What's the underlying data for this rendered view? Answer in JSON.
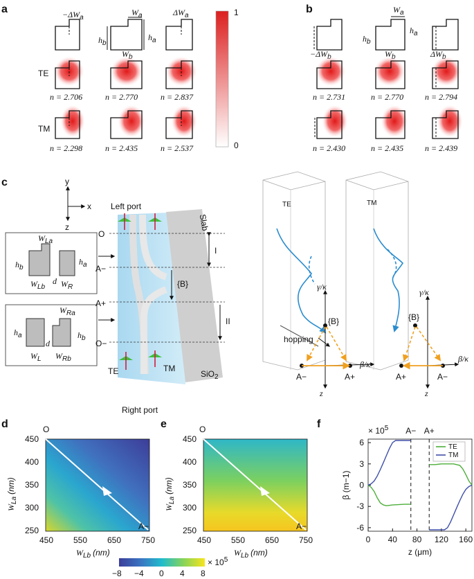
{
  "panel_labels": {
    "a": "a",
    "b": "b",
    "c": "c",
    "d": "d",
    "e": "e",
    "f": "f"
  },
  "panel_a": {
    "row_labels": [
      "TE",
      "TM"
    ],
    "dims": {
      "minus_dWa": "−ΔW",
      "Wa": "W",
      "dWa": "ΔW",
      "hb": "h",
      "ha": "h",
      "Wb": "W",
      "sub_a": "a",
      "sub_b": "b"
    },
    "te_n": [
      "n = 2.706",
      "n = 2.770",
      "n = 2.837"
    ],
    "tm_n": [
      "n = 2.298",
      "n = 2.435",
      "n = 2.537"
    ]
  },
  "colorbar_a": {
    "max": "1",
    "min": "0",
    "color_high": "#e02020",
    "color_low": "#ffffff"
  },
  "panel_b": {
    "dims": {
      "Wa": "W",
      "ha": "h",
      "hb": "h",
      "minus_dWb": "−ΔW",
      "Wb": "W",
      "dWb": "ΔW",
      "sub_a": "a",
      "sub_b": "b"
    },
    "te_n": [
      "n = 2.731",
      "n = 2.770",
      "n = 2.794"
    ],
    "tm_n": [
      "n = 2.430",
      "n = 2.435",
      "n = 2.439"
    ]
  },
  "panel_c": {
    "axes": {
      "y": "y",
      "x": "x",
      "z": "z"
    },
    "left_port": "Left port",
    "right_port": "Right port",
    "slab": "Slab",
    "substrate": "SiO",
    "substrate_sub": "2",
    "points": {
      "O_top": "O",
      "A_minus": "A−",
      "A_plus": "A+",
      "O_bot": "O−"
    },
    "regions": {
      "I": "I",
      "II": "II",
      "B": "{B}"
    },
    "port_modes": {
      "te": "TE",
      "tm": "TM"
    },
    "box1": {
      "WLa": "W",
      "WLa_sub": "La",
      "hb": "h",
      "hb_sub": "b",
      "ha": "h",
      "ha_sub": "a",
      "WLb": "W",
      "WLb_sub": "Lb",
      "d": "d",
      "WR": "W",
      "WR_sub": "R"
    },
    "box2": {
      "WRa": "W",
      "WRa_sub": "Ra",
      "ha": "h",
      "ha_sub": "a",
      "hb": "h",
      "hb_sub": "b",
      "WL": "W",
      "WL_sub": "L",
      "d": "d",
      "WRb": "W",
      "WRb_sub": "Rb"
    },
    "te_box": "TE",
    "tm_box": "TM",
    "hopping": "hopping",
    "gamma": "γ/κ",
    "beta": "β/κ",
    "B": "{B}",
    "A_minus": "A−",
    "A_plus": "A+",
    "z": "z"
  },
  "panel_d": {
    "O": "O",
    "A_minus": "A−",
    "ylabel": "W",
    "ylabel_sub": "La",
    "ylabel_unit": "(nm)",
    "xlabel": "W",
    "xlabel_sub": "Lb",
    "xlabel_unit": "(nm)",
    "xticks": [
      "450",
      "550",
      "650",
      "750"
    ],
    "yticks": [
      "450",
      "400",
      "350",
      "300",
      "250"
    ]
  },
  "panel_e": {
    "O": "O",
    "A_minus": "A−",
    "ylabel": "W",
    "ylabel_sub": "La",
    "ylabel_unit": "(nm)",
    "xlabel": "W",
    "xlabel_sub": "Lb",
    "xlabel_unit": "(nm)",
    "xticks": [
      "450",
      "550",
      "650",
      "750"
    ],
    "yticks": [
      "450",
      "400",
      "350",
      "300",
      "250"
    ]
  },
  "colorbar_de": {
    "ticks": [
      "−8",
      "−4",
      "0",
      "4",
      "8"
    ],
    "unit": "× 10",
    "unit_exp": "5"
  },
  "chart_data": {
    "type": "line",
    "title": "",
    "xlabel": "z (μm)",
    "ylabel": "β (m−1)",
    "y_scale_label": "× 10",
    "y_scale_exp": "5",
    "xlim": [
      0,
      170
    ],
    "ylim": [
      -6.5,
      6.5
    ],
    "xticks": [
      0,
      40,
      80,
      120,
      160
    ],
    "yticks": [
      6,
      3,
      0,
      -3,
      -6
    ],
    "markers": [
      {
        "x": 70,
        "label": "A−"
      },
      {
        "x": 100,
        "label": "A+"
      }
    ],
    "legend_position": "top-right",
    "series": [
      {
        "name": "TE",
        "color": "#4caf3a",
        "segments": [
          [
            [
              0,
              0
            ],
            [
              5,
              -0.3
            ],
            [
              10,
              -0.9
            ],
            [
              15,
              -1.8
            ],
            [
              20,
              -2.5
            ],
            [
              25,
              -2.8
            ],
            [
              30,
              -2.9
            ],
            [
              40,
              -2.8
            ],
            [
              50,
              -2.75
            ],
            [
              60,
              -2.7
            ],
            [
              70,
              -2.7
            ]
          ],
          [
            [
              100,
              2.9
            ],
            [
              110,
              2.9
            ],
            [
              120,
              3.0
            ],
            [
              130,
              3.0
            ],
            [
              140,
              3.0
            ],
            [
              150,
              2.8
            ],
            [
              155,
              2.3
            ],
            [
              160,
              1.5
            ],
            [
              165,
              0.6
            ],
            [
              170,
              0
            ]
          ]
        ]
      },
      {
        "name": "TM",
        "color": "#3f4fa8",
        "segments": [
          [
            [
              0,
              0
            ],
            [
              5,
              0.2
            ],
            [
              10,
              0.6
            ],
            [
              15,
              1.3
            ],
            [
              20,
              2.2
            ],
            [
              25,
              3.2
            ],
            [
              30,
              4.2
            ],
            [
              35,
              5.2
            ],
            [
              40,
              6.0
            ],
            [
              45,
              6.3
            ],
            [
              70,
              6.3
            ]
          ],
          [
            [
              100,
              -6.3
            ],
            [
              125,
              -6.3
            ],
            [
              130,
              -6.0
            ],
            [
              135,
              -5.2
            ],
            [
              140,
              -4.2
            ],
            [
              145,
              -3.2
            ],
            [
              150,
              -2.2
            ],
            [
              155,
              -1.3
            ],
            [
              160,
              -0.6
            ],
            [
              165,
              -0.2
            ],
            [
              170,
              0
            ]
          ]
        ]
      }
    ]
  }
}
